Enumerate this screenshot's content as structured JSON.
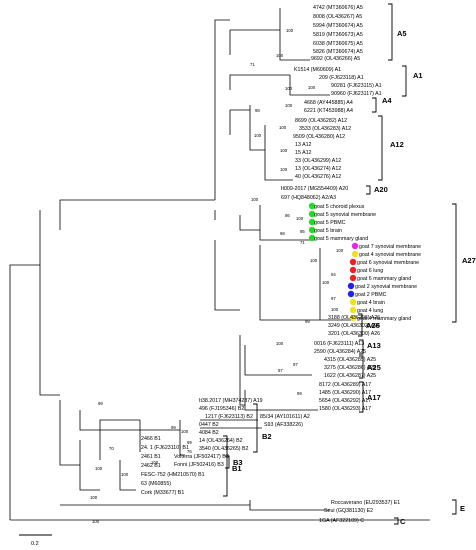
{
  "leaves": [
    "4742 (MT360676) A5",
    "8008 (OL436267) A5",
    "5994 (MT360674) A5",
    "5819 (MT360673) A5",
    "6038 (MT360675) A5",
    "5826 (MT360674) A5",
    "9692 (OL436266) A5",
    "K1514 (M60609) A1",
    "209 (FJ623118) A1",
    "90281 (FJ623115) A1",
    "90960 (FJ623117) A1",
    "4668 (AY445885) A4",
    "6221 (KT453988) A4",
    "8699 (OL436282) A12",
    "3533 (OL436283) A12",
    "9509 (OL436280) A12",
    "13 A12",
    "15 A12",
    "33 (OL436299) A12",
    "13 (OL436274) A12",
    "40 (OL436276) A12",
    "It009-2017 (MG554409) A20",
    "697 (HQ848062) A2/A3",
    "goat 5 choroid plexus",
    "goat 5 synovial membrane",
    "goat 5 PBMC",
    "goat 5 brain",
    "goat 5 mammary gland",
    "goat 7 synovial membrane",
    "goat 4 synovial membrane",
    "goat 6 synovial membrane",
    "goat 6 lung",
    "goat 6 mammary gland",
    "goat 2 synovial membrane",
    "goat 2 PBMC",
    "goat 4 brain",
    "goat 4 lung",
    "goat 4 mammary gland",
    "3188 (OL436296) A26",
    "3249 (OL436302) A26",
    "3201 (OL436300) A26",
    "0016 (FJ623111) A13",
    "2590 (OL436284) A25",
    "4315 (OL436285) A25",
    "3275 (OL436286) A25",
    "1622 (OL436287) A25",
    "8172 (OL436289) A17",
    "1485 (OL436290) A17",
    "5654 (OL436292) A17",
    "1580 (OL436293) A17",
    "85/34 (AY101611) A2",
    "S93 (AF338226)",
    "2466 B1",
    "24. 1 (FJ623110) B1",
    "2461 B1",
    "2462 B1",
    "FESC-752 (HM210570) B1",
    "63 (M60855)",
    "Cork (M33677) B1",
    "It38.2017 (MH374287) A19",
    "496 (FJ195346) B2",
    "1217 (FJ623113) B2",
    "0447 B2",
    "4084 B2",
    "14 (OL436264) B2",
    "3540 (OL436265) B2",
    "Volterra (JF502417) B3",
    "Fonni (JF502416) B3",
    "Roccaverano (EU293537) E1",
    "Seui (GQ381130) E2",
    "1GA (AF322109) C"
  ],
  "clade_labels": [
    "A5",
    "A1",
    "A4",
    "A12",
    "A20",
    "A27",
    "A26",
    "A13",
    "A25",
    "A17",
    "B1",
    "B2",
    "B3",
    "E",
    "C"
  ],
  "bootstrap_values": [
    "100",
    "100",
    "100",
    "100",
    "71",
    "98",
    "100",
    "100",
    "100",
    "100",
    "100",
    "100",
    "86",
    "100",
    "95",
    "100",
    "100",
    "98",
    "71",
    "100",
    "94",
    "97",
    "100",
    "99",
    "100",
    "97",
    "97",
    "70",
    "100",
    "100",
    "99",
    "100",
    "99",
    "76",
    "100",
    "100",
    "100",
    "99",
    "99"
  ],
  "scale_bar": {
    "value": "0.2"
  },
  "colors": {
    "goat5": "#22dd22",
    "goat7": "#ee22ee",
    "goat6": "#ee2222",
    "goat2": "#2222ee",
    "goat4": "#f0e020",
    "line": "#000000"
  }
}
